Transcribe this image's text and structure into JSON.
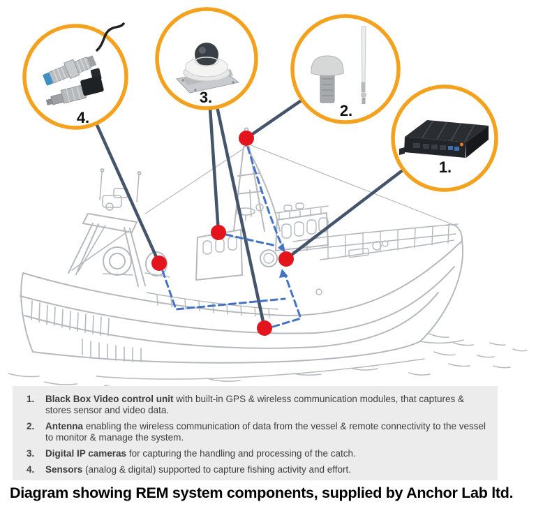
{
  "caption": "Diagram showing REM system components, supplied by Anchor Lab ltd.",
  "callouts": [
    {
      "label": "1.",
      "component": "black-box-video-control-unit"
    },
    {
      "label": "2.",
      "component": "antenna"
    },
    {
      "label": "3.",
      "component": "digital-ip-camera"
    },
    {
      "label": "4.",
      "component": "sensors"
    }
  ],
  "legend": {
    "items": [
      {
        "number": "1.",
        "term": "Black Box Video control unit",
        "description": " with built-in GPS & wireless communication modules, that captures & stores sensor and video data."
      },
      {
        "number": "2.",
        "term": "Antenna",
        "description": " enabling the wireless communication of data from the vessel & remote connectivity to the vessel to monitor & manage the system."
      },
      {
        "number": "3.",
        "term": "Digital IP cameras",
        "description": " for capturing the handling and processing of the catch."
      },
      {
        "number": "4.",
        "term": "Sensors",
        "description": " (analog & digital) supported to capture fishing activity and effort."
      }
    ]
  },
  "colors": {
    "accent_orange": "#F4A11D",
    "connector_navy": "#44546A",
    "cable_blue": "#4472C4",
    "marker_red": "#E3141C",
    "ship_line": "#B5B9BE",
    "legend_bg": "#ECECEC",
    "text_dark": "#3D3D3D"
  }
}
